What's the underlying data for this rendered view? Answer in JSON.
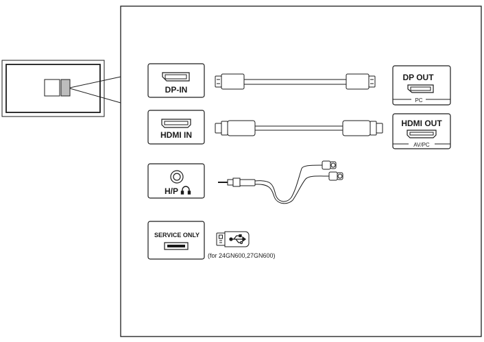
{
  "ports": {
    "dp_in": "DP-IN",
    "hdmi_in": "HDMI IN",
    "headphone": "H/P",
    "service": "SERVICE ONLY"
  },
  "sources": {
    "dp_out": "DP OUT",
    "dp_out_sub": "PC",
    "hdmi_out": "HDMI OUT",
    "hdmi_out_sub": "AV/PC"
  },
  "notes": {
    "usb_models": "(for 24GN600,27GN600)"
  },
  "icons": {
    "headphone": "headphone-icon",
    "usb": "usb-icon",
    "ethernet": "network-icon"
  },
  "colors": {
    "line": "#1a1a1a",
    "port_fill": "#ffffff",
    "highlight": "#bdbdbd"
  }
}
